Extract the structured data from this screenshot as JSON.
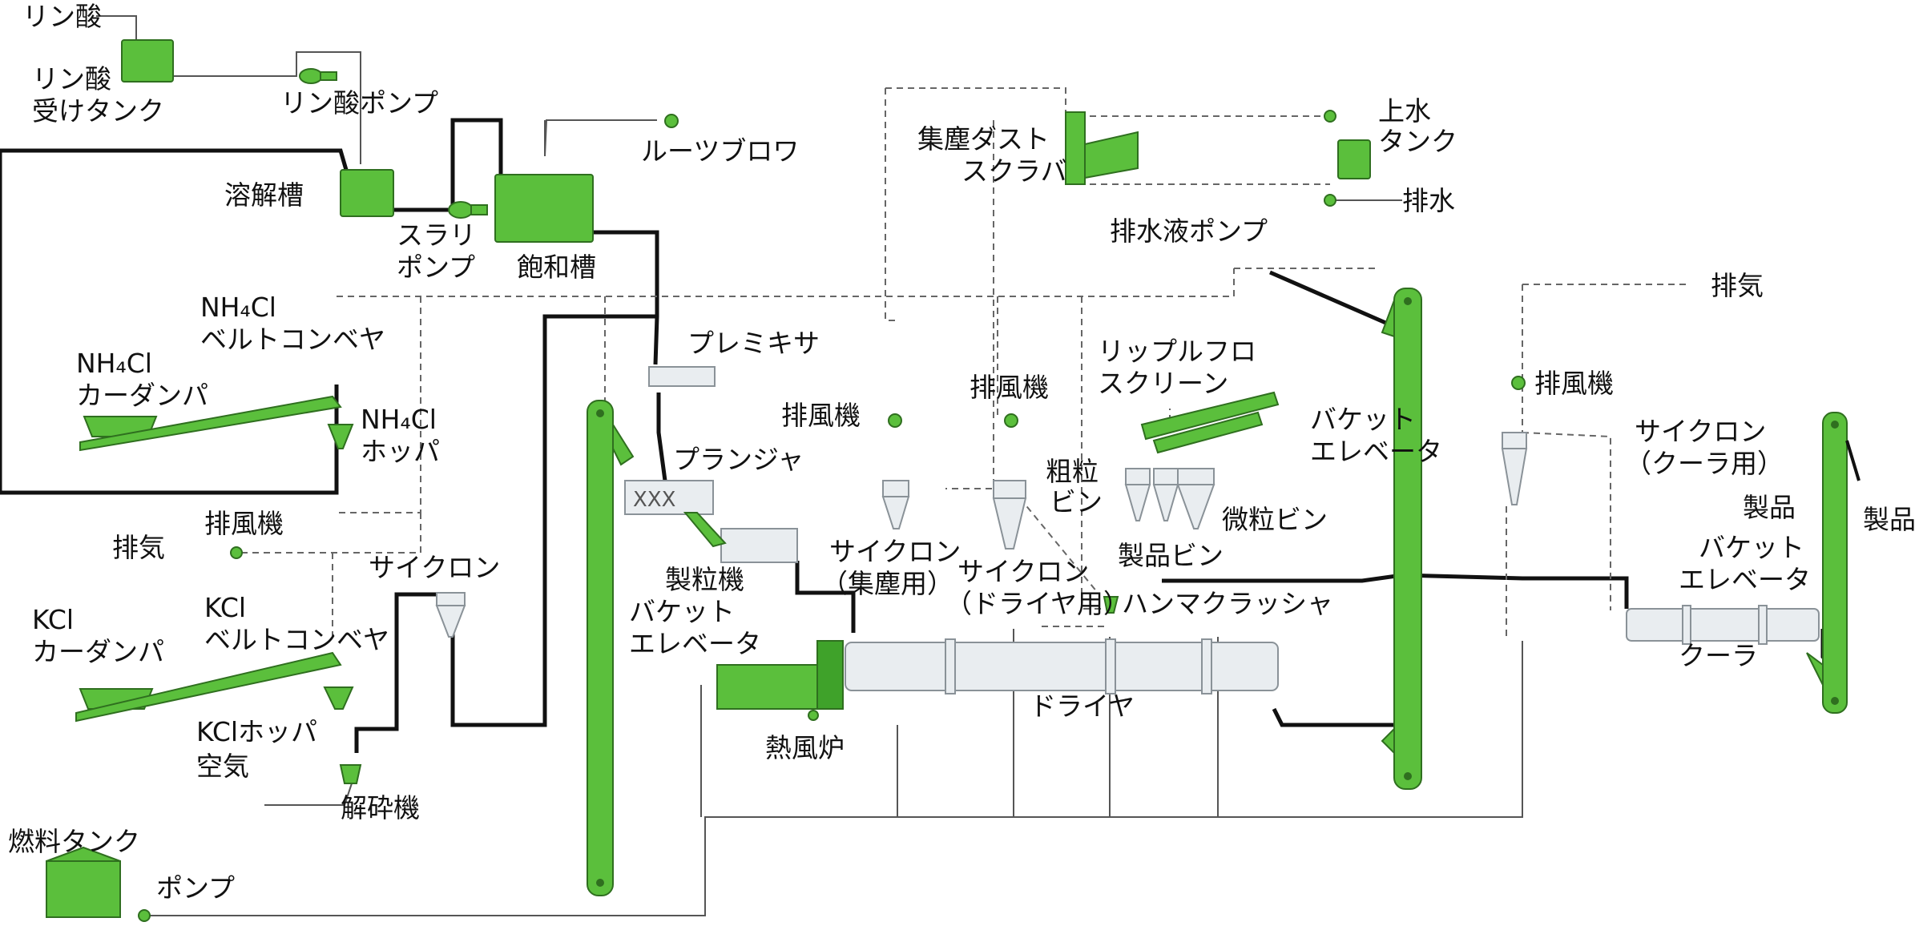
{
  "labels": {
    "phosphoric_acid": "リン酸",
    "phosphoric_tank_line1": "リン酸",
    "phosphoric_tank_line2": "受けタンク",
    "phosphoric_pump": "リン酸ポンプ",
    "dissolving_tank": "溶解槽",
    "slurry_pump_line1": "スラリ",
    "slurry_pump_line2": "ポンプ",
    "saturation_tank": "飽和槽",
    "roots_blower": "ルーツブロワ",
    "dust_scrubber_line1": "集塵ダスト",
    "dust_scrubber_line2": "スクラバ",
    "water_tank_line1": "上水",
    "water_tank_line2": "タンク",
    "drainage": "排水",
    "drain_pump": "排水液ポンプ",
    "exhaust_top": "排気",
    "nh4cl_belt_line1": "NH₄Cl",
    "nh4cl_belt_line2": "ベルトコンベヤ",
    "nh4cl_damper_line1": "NH₄Cl",
    "nh4cl_damper_line2": "カーダンパ",
    "nh4cl_hopper_line1": "NH₄Cl",
    "nh4cl_hopper_line2": "ホッパ",
    "premixer": "プレミキサ",
    "fan_left": "排風機",
    "fan_mid": "排風機",
    "fan_right": "排風機",
    "plunger": "プランジャ",
    "ripple_screen_line1": "リップルフロ",
    "ripple_screen_line2": "スクリーン",
    "bucket_elevator_right_line1": "バケット",
    "bucket_elevator_right_line2": "エレベータ",
    "cyclone_cooler_line1": "サイクロン",
    "cyclone_cooler_line2": "（クーラ用）",
    "product_label": "製品",
    "product_out": "製品",
    "product_elevator_line1": "バケット",
    "product_elevator_line2": "エレベータ",
    "coarse_bin_line1": "粗粒",
    "coarse_bin_line2": "ビン",
    "fine_bin": "微粒ビン",
    "product_bin": "製品ビン",
    "fan_lower_left": "排風機",
    "exhaust_left": "排気",
    "cyclone_left": "サイクロン",
    "granulator": "製粒機",
    "cyclone_dust_line1": "サイクロン",
    "cyclone_dust_line2": "（集塵用）",
    "cyclone_dryer_line1": "サイクロン",
    "cyclone_dryer_line2": "（ドライヤ用）",
    "hammer_crusher": "ハンマクラッシャ",
    "kcl_damper_line1": "KCl",
    "kcl_damper_line2": "カーダンパ",
    "kcl_belt_line1": "KCl",
    "kcl_belt_line2": "ベルトコンベヤ",
    "bucket_elevator_left_line1": "バケット",
    "bucket_elevator_left_line2": "エレベータ",
    "cooler": "クーラ",
    "kcl_hopper": "KClホッパ",
    "air": "空気",
    "crusher": "解砕機",
    "hot_air_furnace": "熱風炉",
    "dryer": "ドライヤ",
    "fuel_tank": "燃料タンク",
    "pump": "ポンプ"
  },
  "colors": {
    "equipment": "#5bbf3c",
    "equipment_dark": "#3fa22a",
    "equipment_outline": "#2f6f1f",
    "drum": "#e9edf0",
    "solid_line": "#111111",
    "dashed_line": "#666666"
  }
}
